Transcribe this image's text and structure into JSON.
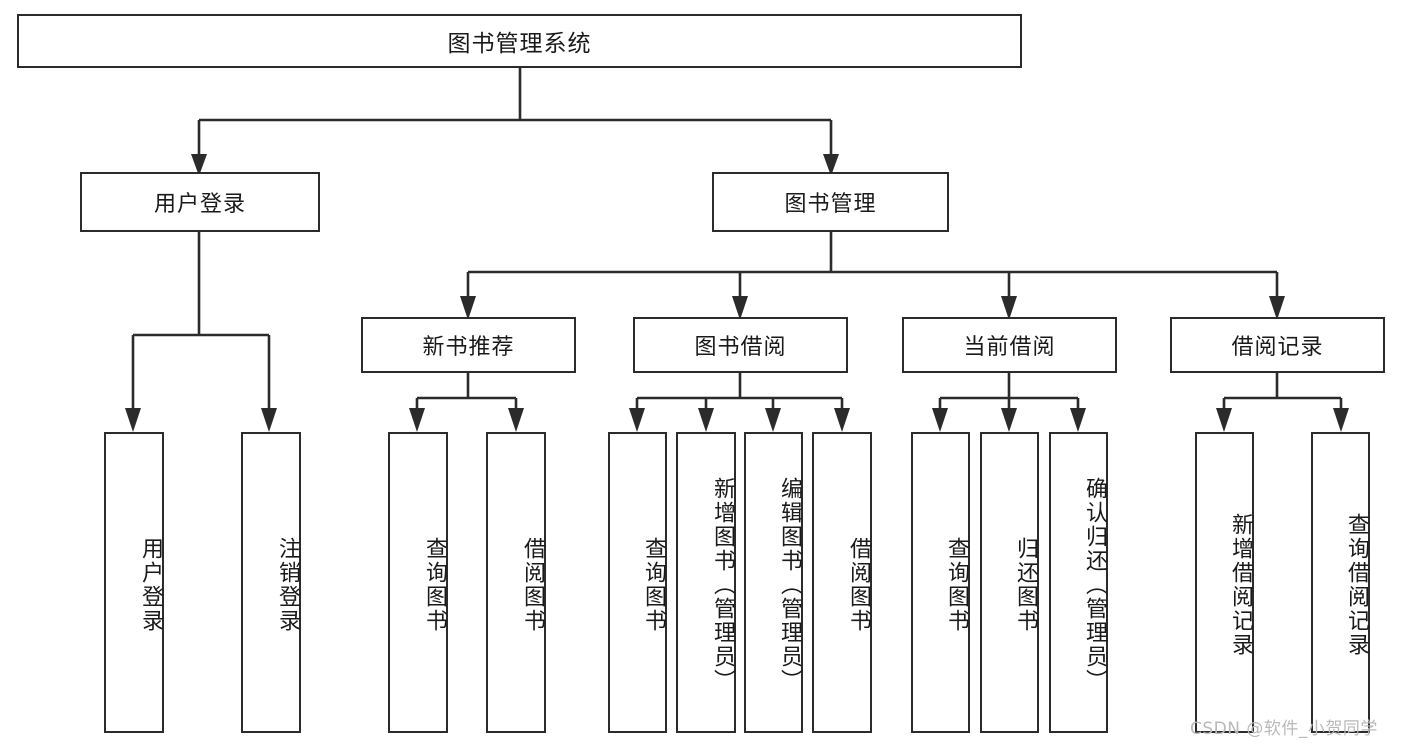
{
  "diagram": {
    "title": "图书管理系统",
    "root": {
      "label": "图书管理系统"
    },
    "level2": [
      {
        "label": "用户登录"
      },
      {
        "label": "图书管理"
      }
    ],
    "level3": [
      {
        "label": "新书推荐"
      },
      {
        "label": "图书借阅"
      },
      {
        "label": "当前借阅"
      },
      {
        "label": "借阅记录"
      }
    ],
    "leaves": {
      "user_login": [
        {
          "label": "用户登录"
        },
        {
          "label": "注销登录"
        }
      ],
      "new_book": [
        {
          "label": "查询图书"
        },
        {
          "label": "借阅图书"
        }
      ],
      "book_borrow": [
        {
          "label": "查询图书"
        },
        {
          "label": "新增图书（管理员）"
        },
        {
          "label": "编辑图书（管理员）"
        },
        {
          "label": "借阅图书"
        }
      ],
      "current_borrow": [
        {
          "label": "查询图书"
        },
        {
          "label": "归还图书"
        },
        {
          "label": "确认归还（管理员）"
        }
      ],
      "borrow_record": [
        {
          "label": "新增借阅记录"
        },
        {
          "label": "查询借阅记录"
        }
      ]
    },
    "watermark": "CSDN @软件_小贺同学",
    "colors": {
      "stroke": "#2b2b2b",
      "background": "#ffffff",
      "text": "#1a1a1a",
      "watermark": "#b9b9b9"
    }
  }
}
